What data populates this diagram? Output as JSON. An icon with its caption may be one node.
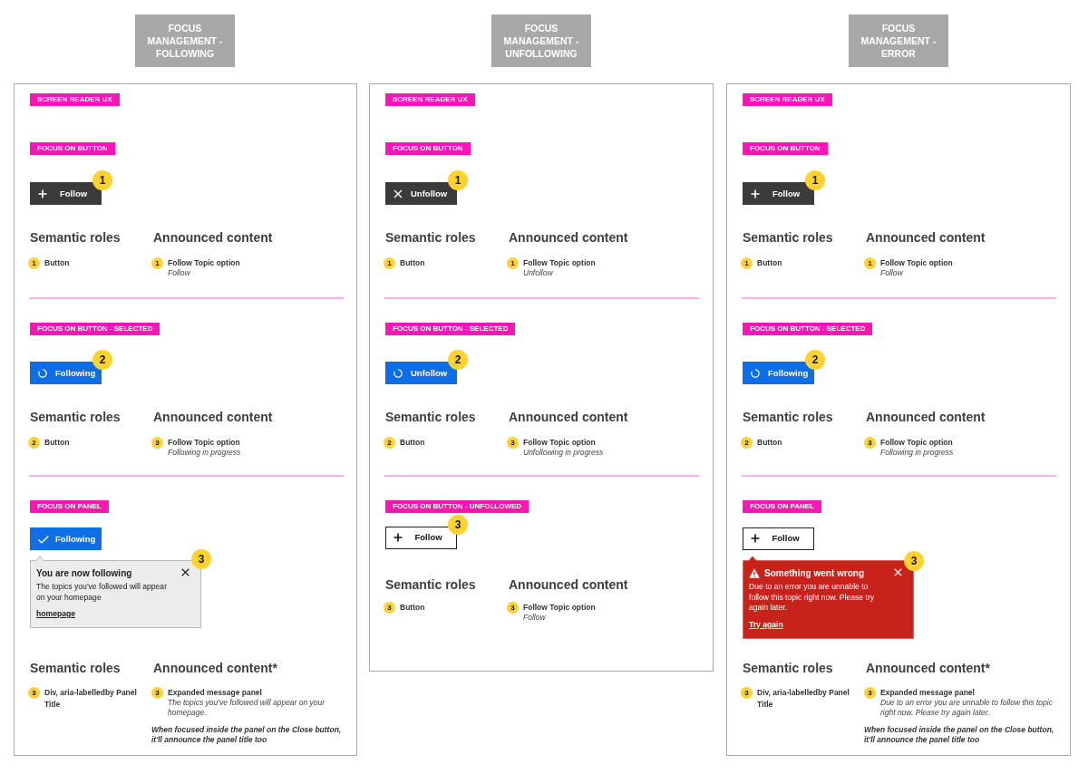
{
  "diagram": {
    "nodes": [
      {
        "text": [
          "FOCUS MANAGEMENT - FOLLOWING"
        ]
      },
      {
        "text": [
          "FOCUS MANAGEMENT - UNFOLLOWING"
        ]
      },
      {
        "text": [
          "FOCUS MANAGEMENT - ERROR"
        ]
      },
      {
        "text": [],
        "shape": "box"
      },
      {
        "text": [
          "SCREEN READER UX"
        ],
        "in": 3
      },
      {
        "text": [
          "FOCUS ON BUTTON"
        ],
        "in": 3
      },
      {
        "text": [
          "Follow"
        ],
        "in": 3
      },
      {
        "text": [
          "1"
        ],
        "in": 3
      },
      {
        "text": [
          "1"
        ],
        "beside": [
          "Button"
        ],
        "in": 3
      },
      {
        "text": [
          "1"
        ],
        "beside": [
          "Follow Topic option",
          "Follow"
        ],
        "in": 3
      },
      {
        "text": [
          "FOCUS ON BUTTON - SELECTED"
        ],
        "in": 3
      },
      {
        "text": [
          "Following"
        ],
        "in": 3
      },
      {
        "text": [
          "2"
        ],
        "in": 3
      },
      {
        "text": [
          "2"
        ],
        "beside": [
          "Button"
        ],
        "in": 3
      },
      {
        "text": [
          "3"
        ],
        "beside": [
          "Follow Topic option",
          "Following in progress"
        ],
        "in": 3
      },
      {
        "text": [
          "FOCUS ON PANEL"
        ],
        "in": 3
      },
      {
        "text": [
          "Following"
        ],
        "in": 3
      },
      {
        "text": [
          "You are now following",
          "The topics you've followed will appear on your homepage",
          "homepage"
        ],
        "in": 3
      },
      {
        "text": [
          "3"
        ],
        "in": 3
      },
      {
        "text": [
          "3"
        ],
        "beside": [
          "Div, aria-labelledby Panel Title"
        ],
        "in": 3
      },
      {
        "text": [
          "3"
        ],
        "beside": [
          "Expanded message panel",
          "The topics you've followed will appear on your homepage."
        ],
        "in": 3
      },
      {
        "text": [],
        "shape": "box"
      },
      {
        "text": [
          "SCREEN READER UX"
        ],
        "in": 21
      },
      {
        "text": [
          "FOCUS ON BUTTON"
        ],
        "in": 21
      },
      {
        "text": [
          "Unfollow"
        ],
        "in": 21
      },
      {
        "text": [
          "1"
        ],
        "in": 21
      },
      {
        "text": [
          "1"
        ],
        "beside": [
          "Button"
        ],
        "in": 21
      },
      {
        "text": [
          "1"
        ],
        "beside": [
          "Follow Topic option",
          "Unfollow"
        ],
        "in": 21
      },
      {
        "text": [
          "FOCUS ON BUTTON - SELECTED"
        ],
        "in": 21
      },
      {
        "text": [
          "Unfollow"
        ],
        "in": 21
      },
      {
        "text": [
          "2"
        ],
        "in": 21
      },
      {
        "text": [
          "2"
        ],
        "beside": [
          "Button"
        ],
        "in": 21
      },
      {
        "text": [
          "3"
        ],
        "beside": [
          "Follow Topic option",
          "Unfollowing in progress"
        ],
        "in": 21
      },
      {
        "text": [
          "FOCUS ON BUTTON - UNFOLLOWED"
        ],
        "in": 21
      },
      {
        "text": [
          "Follow"
        ],
        "in": 21
      },
      {
        "text": [
          "3"
        ],
        "in": 21
      },
      {
        "text": [
          "3"
        ],
        "beside": [
          "Button"
        ],
        "in": 21
      },
      {
        "text": [
          "3"
        ],
        "beside": [
          "Follow Topic option",
          "Follow"
        ],
        "in": 21
      },
      {
        "text": [],
        "shape": "box"
      },
      {
        "text": [
          "SCREEN READER UX"
        ],
        "in": 38
      },
      {
        "text": [
          "FOCUS ON BUTTON"
        ],
        "in": 38
      },
      {
        "text": [
          "Follow"
        ],
        "in": 38
      },
      {
        "text": [
          "1"
        ],
        "in": 38
      },
      {
        "text": [
          "1"
        ],
        "beside": [
          "Button"
        ],
        "in": 38
      },
      {
        "text": [
          "1"
        ],
        "beside": [
          "Follow Topic option",
          "Follow"
        ],
        "in": 38
      },
      {
        "text": [
          "FOCUS ON BUTTON - SELECTED"
        ],
        "in": 38
      },
      {
        "text": [
          "Following"
        ],
        "in": 38
      },
      {
        "text": [
          "2"
        ],
        "in": 38
      },
      {
        "text": [
          "2"
        ],
        "beside": [
          "Button"
        ],
        "in": 38
      },
      {
        "text": [
          "3"
        ],
        "beside": [
          "Follow Topic option",
          "Following in progress"
        ],
        "in": 38
      },
      {
        "text": [
          "FOCUS ON PANEL"
        ],
        "in": 38
      },
      {
        "text": [
          "Follow"
        ],
        "in": 38
      },
      {
        "text": [
          "Something went wrong",
          "Due to an error you are unnable to follow this topic right now. Please try again later.",
          "Try again"
        ],
        "in": 38
      },
      {
        "text": [
          "3"
        ],
        "in": 38
      },
      {
        "text": [
          "3"
        ],
        "beside": [
          "Div, aria-labelledby Panel Title"
        ],
        "in": 38
      },
      {
        "text": [
          "3"
        ],
        "beside": [
          "Expanded message panel",
          "Due to an error you are unnable to follow this topic right now. Please try again later."
        ],
        "in": 38
      }
    ],
    "labels": [
      "Semantic roles",
      "Announced content",
      "Semantic roles",
      "Announced content",
      "Semantic roles",
      "Announced content*",
      "When focused inside the panel on the Close button, it'll announce the panel title too",
      "Semantic roles",
      "Announced content",
      "Semantic roles",
      "Announced content",
      "Semantic roles",
      "Announced content",
      "Semantic roles",
      "Announced content",
      "Semantic roles",
      "Announced content",
      "Semantic roles",
      "Announced content*",
      "When focused inside the panel on the Close button, it'll announce the panel title too"
    ]
  }
}
